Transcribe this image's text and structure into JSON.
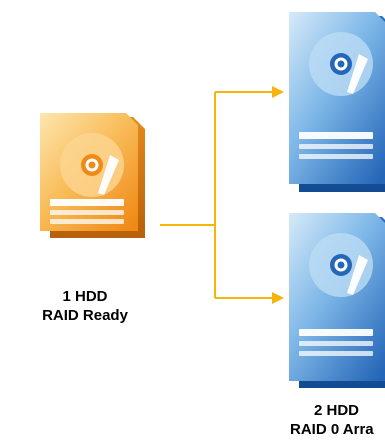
{
  "diagram": {
    "single_drive": {
      "line1": "1 HDD",
      "line2": "RAID Ready",
      "icon": "hard-drive-icon",
      "color": "#f5a02a"
    },
    "array_drives": {
      "line1": "2 HDD",
      "line2": "RAID 0 Arra",
      "icon": "hard-drive-icon",
      "count": 2,
      "color": "#2f7fd0"
    },
    "connector_color": "#f5b50d"
  }
}
